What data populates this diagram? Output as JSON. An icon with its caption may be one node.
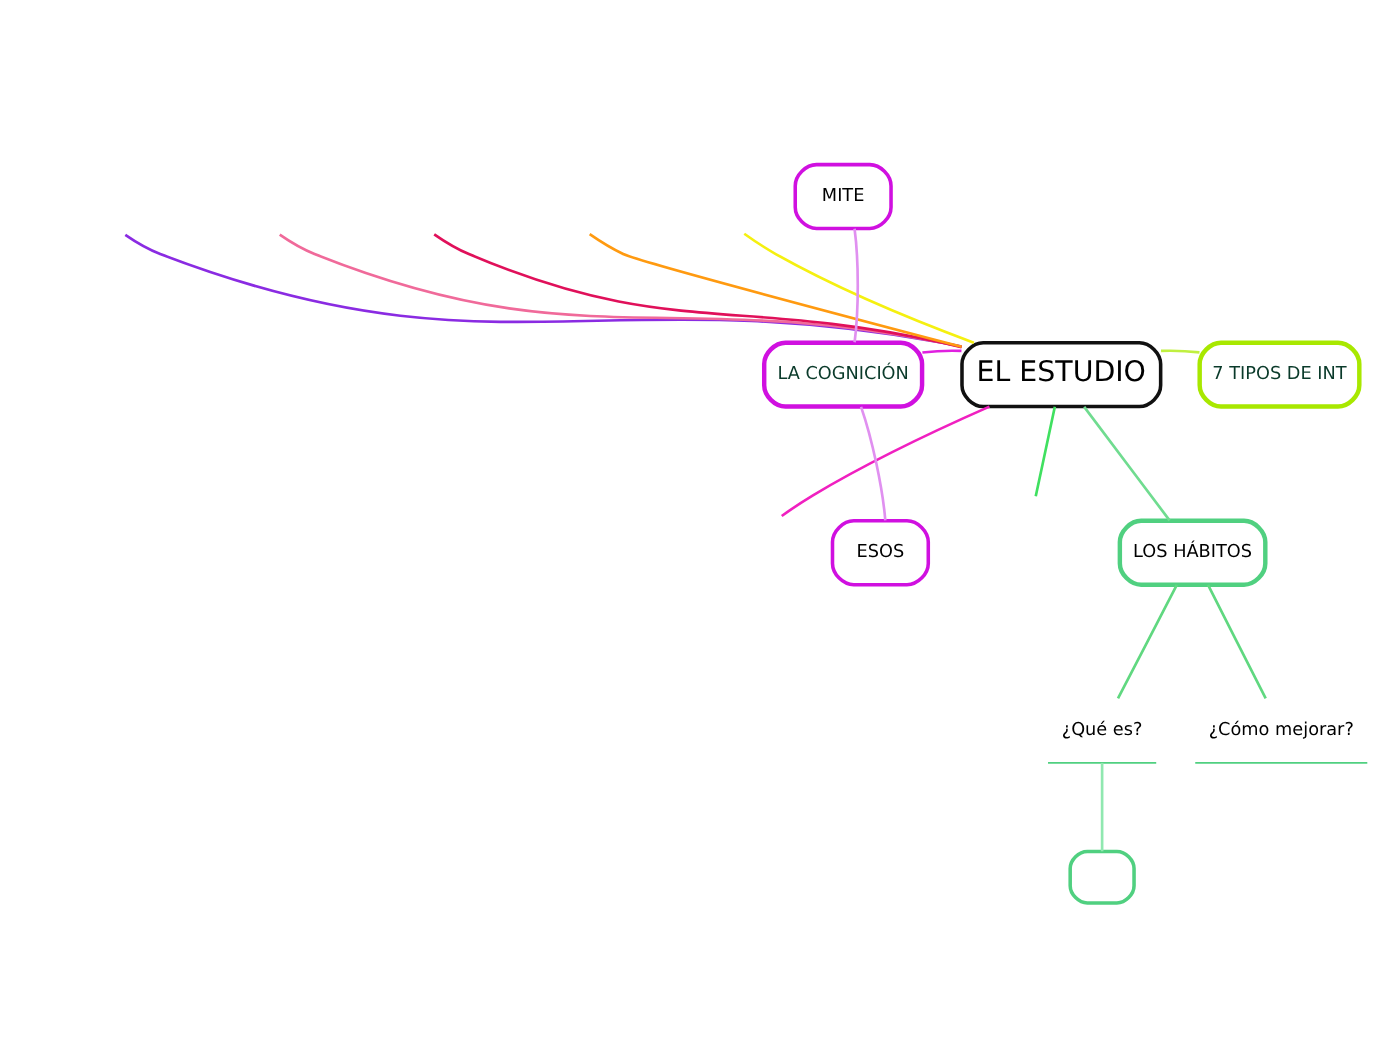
{
  "diagram": {
    "nodes": [
      {
        "text": [
          "EL ESTUDIO"
        ]
      },
      {
        "text": [
          "LA COGNICIÓN"
        ]
      },
      {
        "text": [
          "MITE"
        ]
      },
      {
        "text": [
          "ESOS"
        ]
      },
      {
        "text": [
          "7 TIPOS DE INT"
        ]
      },
      {
        "text": [
          "LOS HÁBITOS"
        ]
      },
      {
        "text": [
          "¿Qué es?"
        ]
      },
      {
        "text": [
          "¿Cómo mejorar?"
        ]
      },
      {
        "text": [],
        "shape": "box"
      }
    ],
    "edges": [
      {
        "from": 0,
        "to": null,
        "arrow": "none",
        "color": "#8a2be2"
      },
      {
        "from": 0,
        "to": null,
        "arrow": "none",
        "color": "#f06a9a"
      },
      {
        "from": 0,
        "to": null,
        "arrow": "none",
        "color": "#e0105a"
      },
      {
        "from": 0,
        "to": null,
        "arrow": "none",
        "color": "#ff9a10"
      },
      {
        "from": 0,
        "to": null,
        "arrow": "none",
        "color": "#f5f010"
      },
      {
        "from": 0,
        "to": 1,
        "arrow": "none",
        "color": "#e020e0"
      },
      {
        "from": 1,
        "to": 2,
        "arrow": "none",
        "color": "#e090f0"
      },
      {
        "from": 1,
        "to": 3,
        "arrow": "none",
        "color": "#e090f0"
      },
      {
        "from": 0,
        "to": 4,
        "arrow": "none",
        "color": "#c0f040"
      },
      {
        "from": 0,
        "to": null,
        "arrow": "none",
        "color": "#f020c0"
      },
      {
        "from": 0,
        "to": null,
        "arrow": "none",
        "color": "#40e060"
      },
      {
        "from": 0,
        "to": 5,
        "arrow": "none",
        "color": "#70dc90"
      },
      {
        "from": 5,
        "to": 6,
        "arrow": "none",
        "color": "#60d880"
      },
      {
        "from": 5,
        "to": 7,
        "arrow": "none",
        "color": "#60d880"
      },
      {
        "from": 6,
        "to": 8,
        "arrow": "none",
        "color": "#90e8b0"
      }
    ]
  }
}
